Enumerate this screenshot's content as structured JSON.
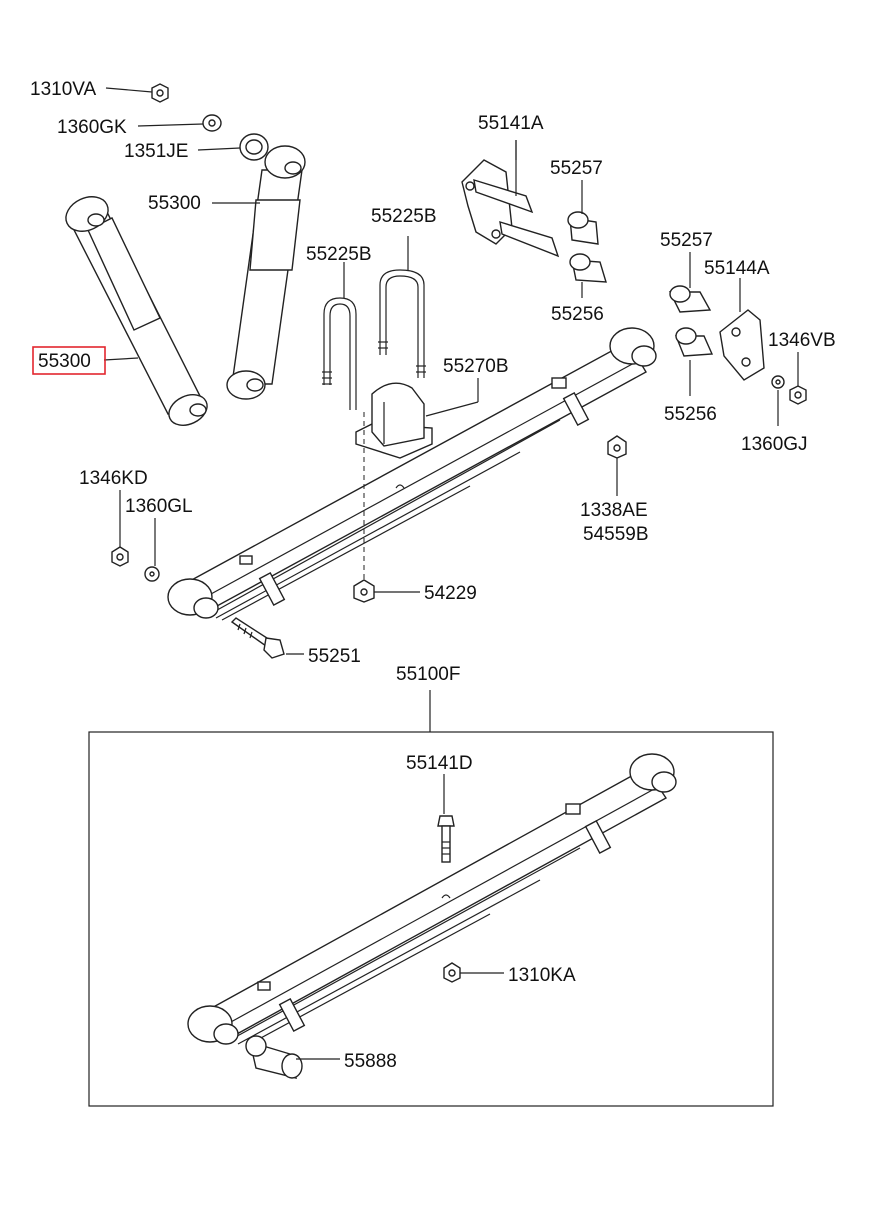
{
  "labels": {
    "l_1310VA": "1310VA",
    "l_1360GK": "1360GK",
    "l_1351JE": "1351JE",
    "l_55300_top": "55300",
    "l_55300_hl": "55300",
    "l_55225B_a": "55225B",
    "l_55225B_b": "55225B",
    "l_55141A": "55141A",
    "l_55257_a": "55257",
    "l_55257_b": "55257",
    "l_55144A": "55144A",
    "l_55256_a": "55256",
    "l_55256_b": "55256",
    "l_1346VB": "1346VB",
    "l_1360GJ": "1360GJ",
    "l_55270B": "55270B",
    "l_1346KD": "1346KD",
    "l_1360GL": "1360GL",
    "l_1338AE": "1338AE",
    "l_54559B": "54559B",
    "l_54229": "54229",
    "l_55251": "55251",
    "l_55100F": "55100F",
    "l_55141D": "55141D",
    "l_1310KA": "1310KA",
    "l_55888": "55888"
  },
  "highlight_color": "#e3262e"
}
